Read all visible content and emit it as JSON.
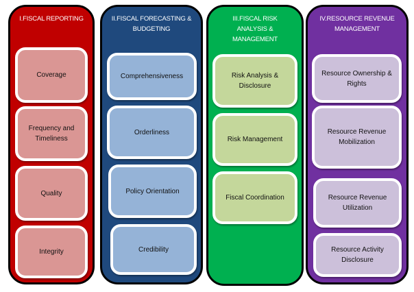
{
  "diagram": {
    "columns": [
      {
        "title": "I.FISCAL REPORTING",
        "color": "#c00000",
        "box_color": "#da9694",
        "items": [
          "Coverage",
          "Frequency and Timeliness",
          "Quality",
          "Integrity"
        ]
      },
      {
        "title": "II.FISCAL FORECASTING & BUDGETING",
        "color": "#1f497d",
        "box_color": "#95b3d7",
        "items": [
          "Comprehensiveness",
          "Orderliness",
          "Policy Orientation",
          "Credibility"
        ]
      },
      {
        "title": "III.FISCAL RISK ANALYSIS & MANAGEMENT",
        "color": "#00b050",
        "box_color": "#c4d79b",
        "items": [
          "Risk Analysis & Disclosure",
          "Risk Management",
          "Fiscal Coordination"
        ]
      },
      {
        "title": "IV.RESOURCE REVENUE MANAGEMENT",
        "color": "#7030a0",
        "box_color": "#ccc0da",
        "items": [
          "Resource Ownership & Rights",
          "Resource Revenue Mobilization",
          "Resource Revenue Utilization",
          "Resource Activity Disclosure"
        ]
      }
    ]
  }
}
